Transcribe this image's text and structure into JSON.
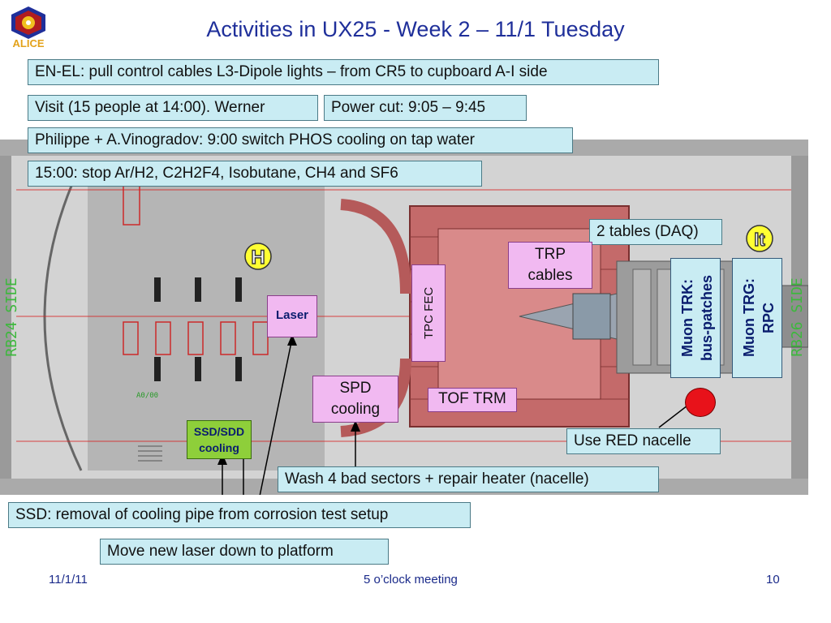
{
  "title": "Activities in UX25 - Week 2 – 11/1 Tuesday",
  "logo": {
    "icon": "alice-logo-icon",
    "text": "ALICE",
    "colors": [
      "#b01c20",
      "#e3a21a",
      "#1f2f9a"
    ]
  },
  "notes": {
    "en_el": "EN-EL: pull control cables L3-Dipole lights – from CR5 to cupboard A-I side",
    "visit": "Visit (15 people at 14:00). Werner",
    "power_cut": "Power cut: 9:05 – 9:45",
    "phos": "Philippe + A.Vinogradov: 9:00 switch PHOS cooling on tap water",
    "gas": "15:00: stop Ar/H2, C2H2F4, Isobutane, CH4 and SF6",
    "tables": "2 tables (DAQ)",
    "red_nacelle": "Use RED nacelle",
    "wash": "Wash 4 bad sectors + repair heater (nacelle)",
    "ssd": "SSD: removal of cooling pipe from corrosion test setup",
    "laser_move": "Move new laser down to platform"
  },
  "labels": {
    "trp": "TRP cables",
    "tpc_fec": "TPC FEC",
    "spd": "SPD cooling",
    "tof": "TOF TRM",
    "laser": "Laser",
    "ssd_sdd": "SSD/SDD cooling",
    "muon_trk": "Muon TRK: bus-patches",
    "muon_trg": "Muon TRG: RPC",
    "h_sign": "H",
    "lt_sign": "lt"
  },
  "map_text": {
    "side_left": "RB24 SIDE",
    "side_right": "RB26 SIDE",
    "spot_code": "A0/00"
  },
  "footer": {
    "date": "11/1/11",
    "meeting": "5 o’clock meeting",
    "page": "10"
  },
  "colors": {
    "title": "#1f2f9a",
    "note_bg": "#c9ecf3",
    "pink": "#f1b9f1",
    "ssd_green": "#8ecf3a",
    "red_dot": "#e8121a",
    "sign": "#ffff33"
  }
}
